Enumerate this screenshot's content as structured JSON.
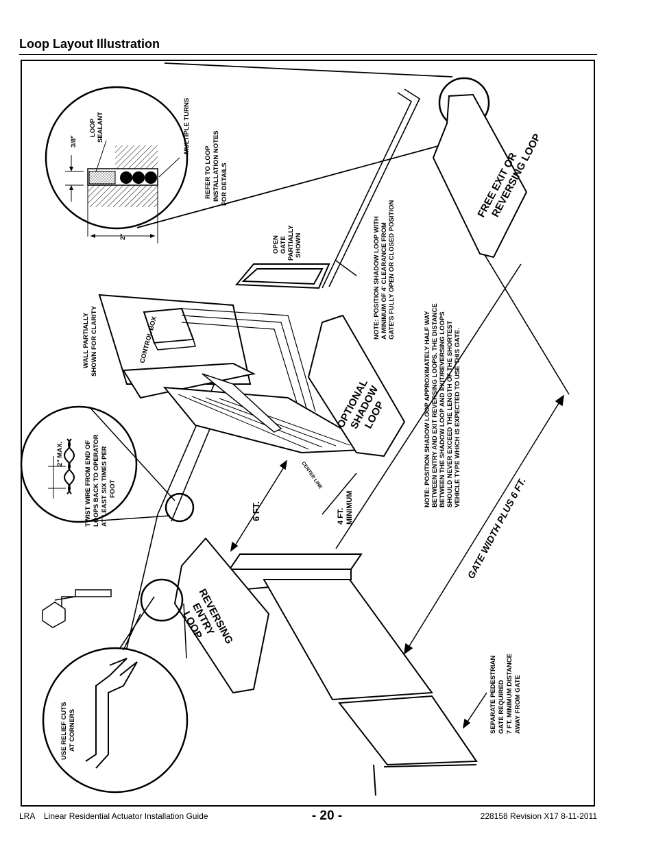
{
  "page_title": "Loop Layout Illustration",
  "labels": {
    "loop_sealant": "LOOP SEALANT",
    "three_eighths": "3/8\"",
    "multiple_turns": "MULTIPLE TURNS",
    "refer_notes": "REFER TO LOOP INSTALLATION NOTES FOR DETAILS",
    "two_inch": "2\"",
    "wall_partially": "WALL PARTIALLY SHOWN FOR CLARITY",
    "control_box": "CONTROL BOX",
    "open_gate": "OPEN GATE PARTIALLY SHOWN",
    "note_shadow_clearance": "NOTE: POSITION SHADOW LOOP WITH A MINIMUM OF 4' CLEARANCE FROM GATE'S FULLY OPEN OR CLOSED POSITION",
    "free_exit": "FREE EXIT OR REVERSING LOOP",
    "optional_shadow": "OPTIONAL SHADOW LOOP",
    "note_half_way": "NOTE: POSITION SHADOW LOOP APPROXIMATELY HALF WAY BETWEEN ENTRY AND EXIT REVERSING LOOPS. THE DISTANCE BETWEEN THE SHADOW LOOP AND EXIT/REVERSING LOOPS SHOULD NEVER EXCEED THE LENGTH OF THE SHORTEST VEHICLE TYPE WHICH IS EXPECTED TO USE THIS GATE.",
    "twist_wire": "TWIST WIRE FROM END OF LOOPS BACK TO OPERATOR AT LEAST SIX TIMES PER FOOT",
    "two_inch_max": "2\" MAX.",
    "six_ft": "6 FT.",
    "four_ft_min": "4 FT. MINIMUM",
    "center_line": "CENTER LINE",
    "gate_width": "GATE WIDTH PLUS 6 FT.",
    "reversing_entry": "REVERSING ENTRY LOOP",
    "separate_ped": "SEPARATE PEDESTRIAN GATE REQUIRED 7 FT. MINIMUM DISTANCE AWAY FROM GATE",
    "relief_cuts": "USE RELIEF CUTS AT CORNERS"
  },
  "footer": {
    "left": "LRA    Linear Residential Actuator Installation Guide",
    "page": "- 20 -",
    "right": "228158 Revision X17 8-11-2011"
  }
}
